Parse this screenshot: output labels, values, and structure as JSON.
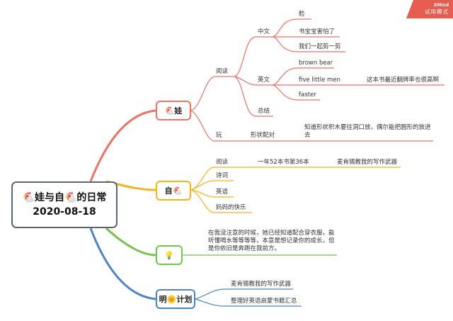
{
  "root": {
    "line1": "🐔娃与自🐔的日常",
    "line2": "2020-08-18"
  },
  "watermark": {
    "brand": "XMind",
    "mode": "试用模式"
  },
  "colors": {
    "red": "#ef7163",
    "yellow": "#f2b51c",
    "green": "#76c34b",
    "blue": "#4c84c9"
  },
  "branches": {
    "wa": {
      "label": "娃",
      "icon": "🐔",
      "reading": {
        "label": "阅读",
        "chinese": {
          "label": "中文",
          "items": [
            "脸",
            "书宝宝害怕了",
            "我们一起剪一剪"
          ]
        },
        "english": {
          "label": "英文",
          "items": [
            "brown bear",
            "five little men",
            "faster"
          ],
          "note": "这本书最近翻牌率也很高啊"
        },
        "summary": "总结"
      },
      "play": {
        "label": "玩",
        "activity": "形状配对",
        "note": "知道形状积木要往洞口放，偶尔能把圆形的放进去"
      }
    },
    "self": {
      "label": "自",
      "icon": "🐔",
      "items": [
        {
          "label": "阅读",
          "sub": "一年52本书第36本",
          "subsub": "麦肯锡教我的写作武器"
        },
        {
          "label": "诗词"
        },
        {
          "label": "英语"
        },
        {
          "label": "妈妈的快乐"
        }
      ]
    },
    "idea": {
      "icon": "💡",
      "note": "在我没注意的时候，她已经知道配合穿衣服，能听懂喝水等等等等，本意是想记录你的成长，但是你依旧是奔跑在我前方。"
    },
    "plan": {
      "label_a": "明",
      "label_b": "计划",
      "icon": "🌞",
      "items": [
        "麦肯锡教我的写作武器",
        "整理好英语启蒙书籍汇总"
      ]
    }
  }
}
